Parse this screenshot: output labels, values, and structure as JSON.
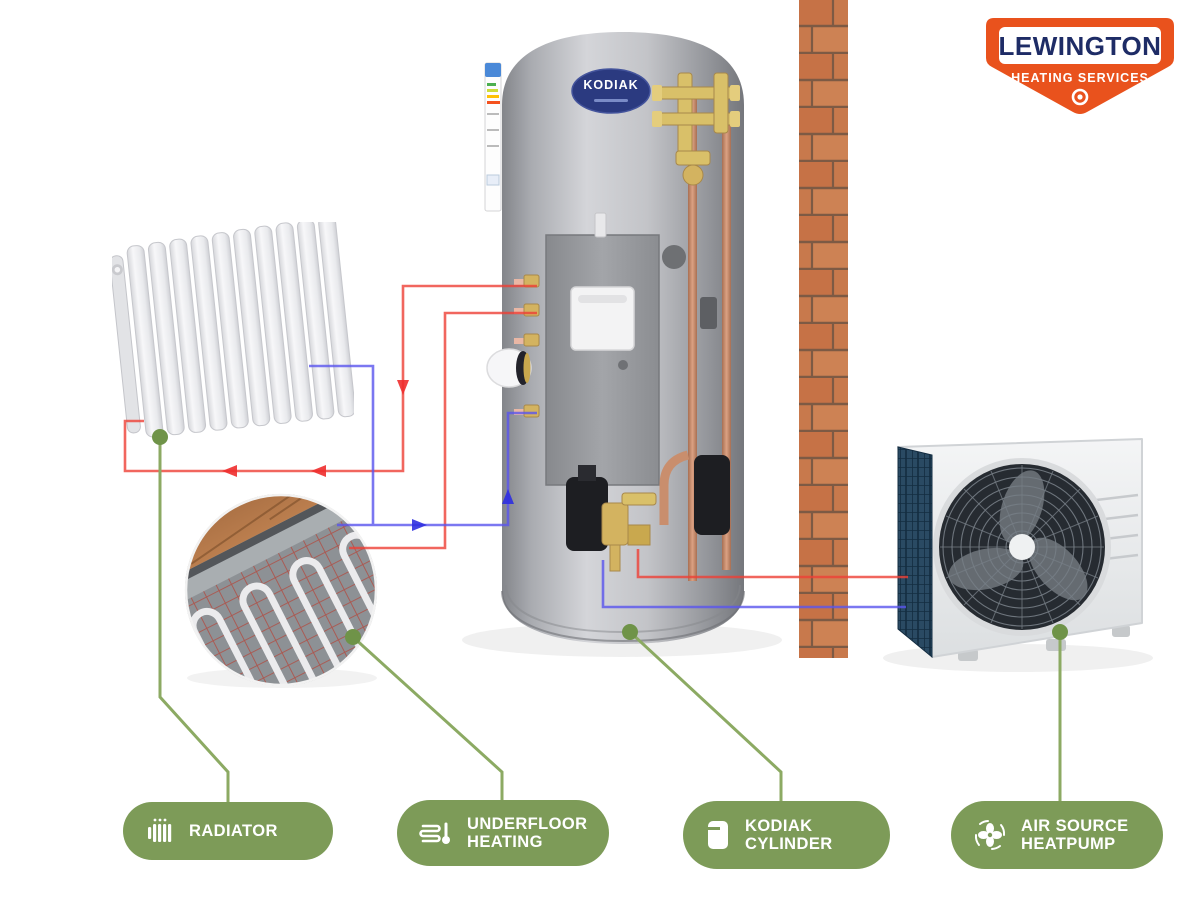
{
  "logo": {
    "line1": "LEWINGTON",
    "line2": "HEATING SERVICES"
  },
  "cylinder": {
    "badge_brand": "KODIAK"
  },
  "legend": {
    "items": [
      {
        "label": "RADIATOR",
        "icon": "radiator-icon"
      },
      {
        "label": "UNDERFLOOR HEATING",
        "icon": "underfloor-heating-icon"
      },
      {
        "label": "KODIAK CYLINDER",
        "icon": "cylinder-icon"
      },
      {
        "label": "AIR SOURCE HEATPUMP",
        "icon": "fan-icon"
      }
    ]
  },
  "colors": {
    "label_green": "#7d9b58",
    "connector_green": "#8caa63",
    "connector_dot_green": "#6f9348",
    "flow_pipe_red": "#ee4036",
    "return_pipe_blue": "#5a55ee",
    "logo_orange": "#e9521d",
    "logo_navy": "#1e2c66",
    "badge_navy": "#2b3a80",
    "brick_orange": "#c8794c"
  }
}
